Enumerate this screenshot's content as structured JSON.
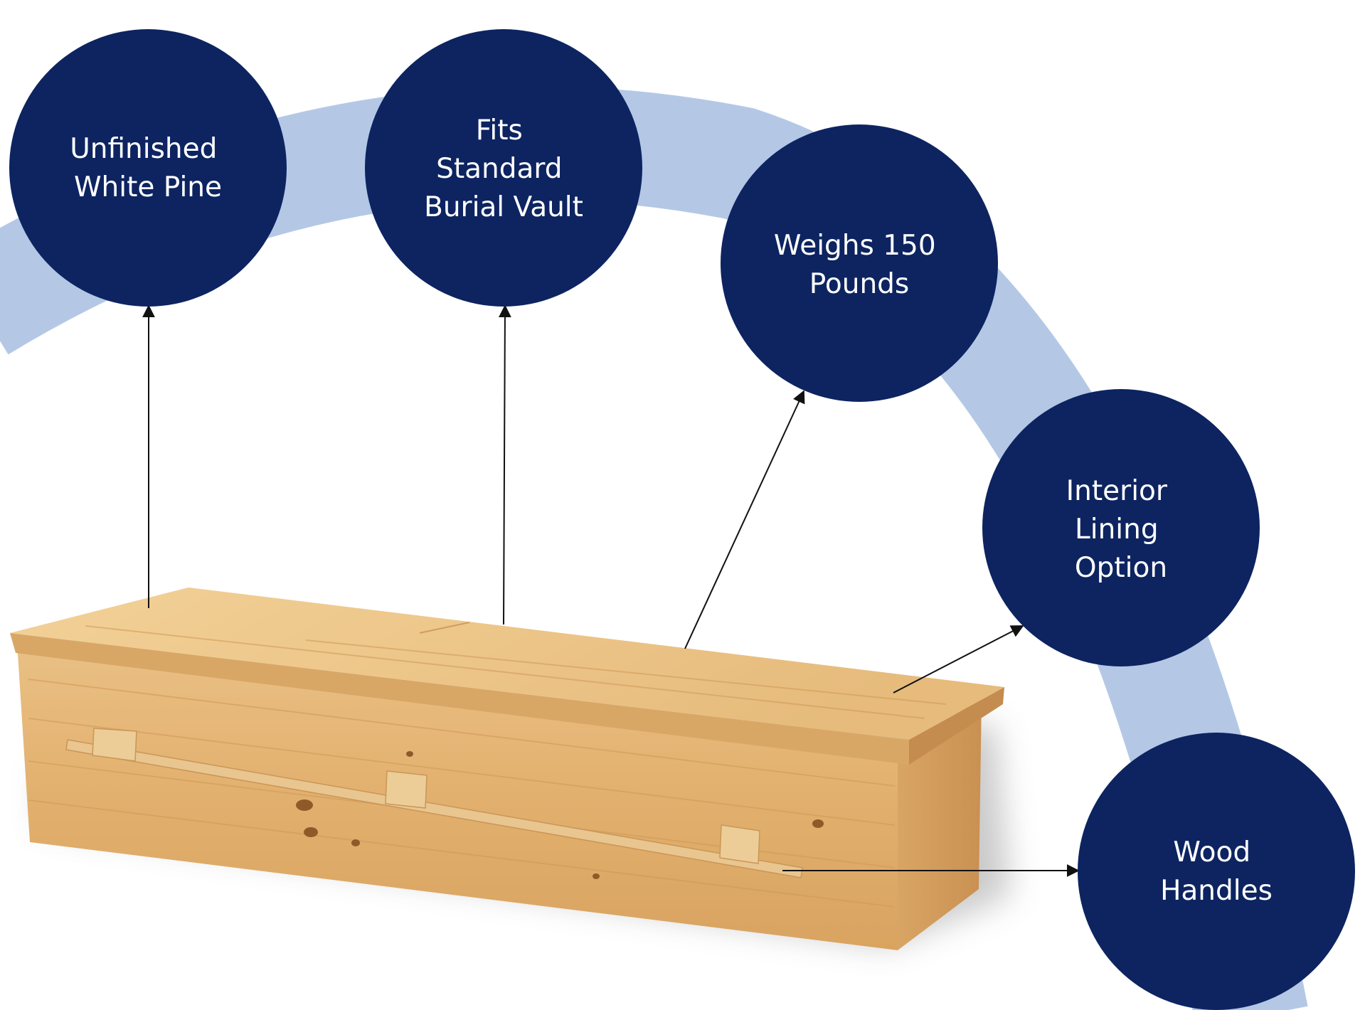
{
  "features": [
    {
      "id": "pine",
      "lines": [
        "Unfinished",
        "White Pine"
      ]
    },
    {
      "id": "vault",
      "lines": [
        "Fits",
        "Standard",
        "Burial Vault"
      ]
    },
    {
      "id": "weight",
      "lines": [
        "Weighs 150",
        "Pounds"
      ]
    },
    {
      "id": "lining",
      "lines": [
        "Interior",
        "Lining",
        "Option"
      ]
    },
    {
      "id": "handles",
      "lines": [
        "Wood",
        "Handles"
      ]
    }
  ],
  "colors": {
    "circle": "#0d2461",
    "arc": "#b4c8e6",
    "arrow": "#111111",
    "wood_light": "#eecb8f",
    "wood_mid": "#e3b372",
    "wood_dark": "#cf9a58"
  }
}
